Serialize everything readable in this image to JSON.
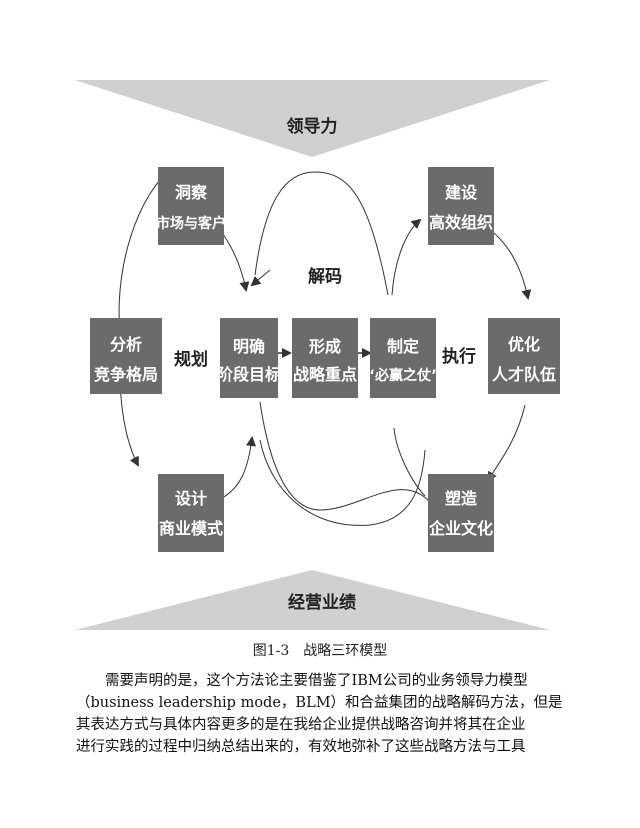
{
  "figure": {
    "top_banner": "领导力",
    "bottom_banner": "经营业绩",
    "center_label": "解码",
    "left_loop_label": "规划",
    "right_loop_label": "执行",
    "boxes": {
      "insight": [
        "洞察",
        "市场与客户"
      ],
      "analyze": [
        "分析",
        "竞争格局"
      ],
      "design": [
        "设计",
        "商业模式"
      ],
      "clarify": [
        "明确",
        "阶段目标"
      ],
      "form": [
        "形成",
        "战略重点"
      ],
      "define": [
        "制定",
        "“必赢之仗”"
      ],
      "build": [
        "建设",
        "高效组织"
      ],
      "optimize": [
        "优化",
        "人才队伍"
      ],
      "shape": [
        "塑造",
        "企业文化"
      ]
    },
    "colors": {
      "box_fill": "#6b6b6b",
      "banner_fill": "#d0d0d0",
      "line": "#333333"
    }
  },
  "caption": "图1-3　战略三环模型",
  "paragraph": [
    "需要声明的是，这个方法论主要借鉴了IBM公司的业务领导力模型",
    "（business leadership mode，BLM）和合益集团的战略解码方法，但是",
    "其表达方式与具体内容更多的是在我给企业提供战略咨询并将其在企业",
    "进行实践的过程中归纳总结出来的，有效地弥补了这些战略方法与工具"
  ]
}
